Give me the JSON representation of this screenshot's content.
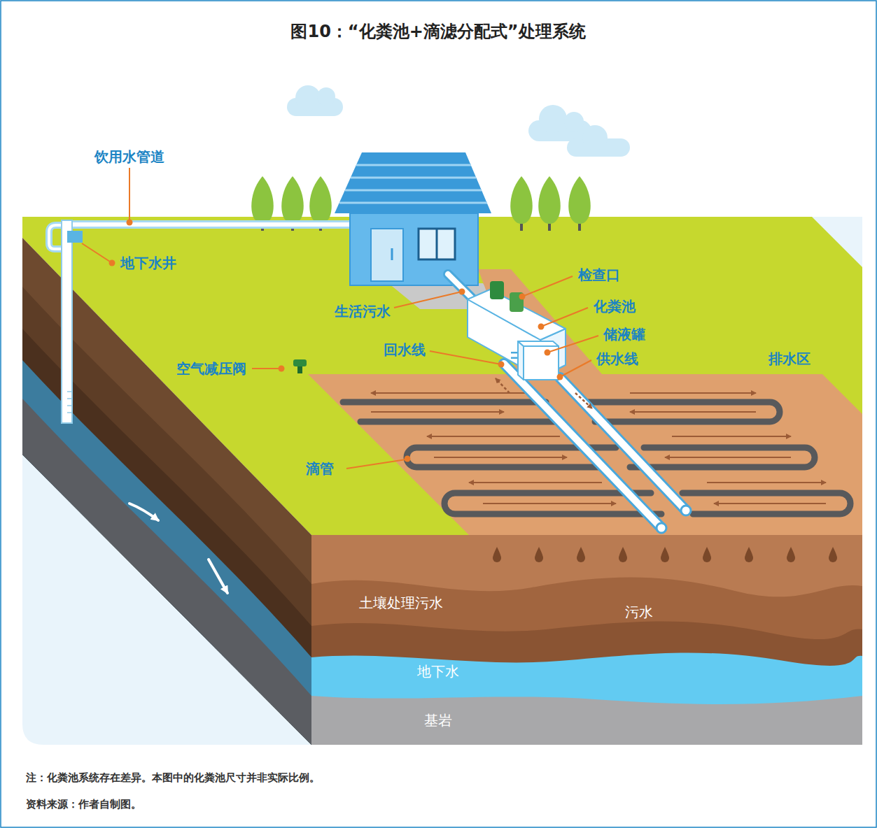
{
  "diagram": {
    "title": "图10：“化粪池+滴滤分配式”处理系统",
    "caption": "注：化粪池系统存在差异。本图中的化粪池尺寸并非实际比例。",
    "labels": [
      "饮用水管道",
      "地下水井",
      "空气减压阀",
      "生活污水",
      "检查口",
      "化粪池",
      "储液罐",
      "回水线",
      "供水线",
      "排水区",
      "滴管",
      "土壤处理污水",
      "污水",
      "地下水",
      "基岩",
      "资料来源：作者自制图。"
    ]
  }
}
